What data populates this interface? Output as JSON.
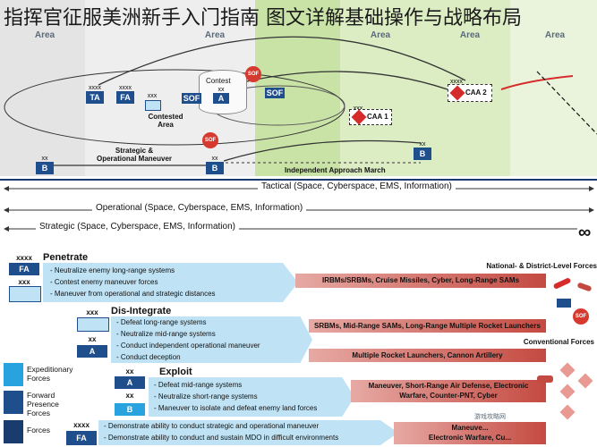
{
  "title": "指挥官征服美洲新手入门指南 图文详解基础操作与战略布局",
  "zones": [
    {
      "label": "Area",
      "color": "#e4e4e4"
    },
    {
      "label": "Area",
      "color": "#eeeeee"
    },
    {
      "label": "Area",
      "color": "#c9e3a6"
    },
    {
      "label": "Area",
      "color": "#dcedc4"
    },
    {
      "label": "Area",
      "color": "#eaf4dc"
    }
  ],
  "map": {
    "contested_area": "Contested\nArea",
    "contest_label": "Contest",
    "contest_echelon": "xx",
    "contest_unit": "A",
    "strategic_maneuver": "Strategic &\nOperational Maneuver",
    "independent_march": "Independent Approach March",
    "caa1": "CAA 1",
    "caa2": "CAA 2",
    "caa1_echelon": "xxx",
    "caa2_echelon": "xxxx",
    "sof": "SOF",
    "units": [
      {
        "echelon": "xxxx",
        "label": "TA"
      },
      {
        "echelon": "xxxx",
        "label": "FA"
      },
      {
        "echelon": "xxx",
        "label": ""
      },
      {
        "echelon": "xx",
        "label": "B"
      },
      {
        "echelon": "xx",
        "label": "B"
      },
      {
        "echelon": "xx",
        "label": "B"
      }
    ]
  },
  "ranges": {
    "tactical": "Tactical (Space, Cyberspace, EMS, Information)",
    "operational": "Operational (Space, Cyberspace, EMS, Information)",
    "strategic": "Strategic (Space, Cyberspace, EMS, Information)",
    "infinity": "∞"
  },
  "phases": [
    {
      "name": "Penetrate",
      "echelon": "xxxx",
      "unit": "FA",
      "echelon2": "xxx",
      "lines": [
        "- Neutralize enemy long-range systems",
        "- Contest enemy maneuver forces",
        "- Maneuver from operational and strategic distances"
      ],
      "threat": "IRBMs/SRBMs, Cruise Missiles, Cyber, Long-Range SAMs"
    },
    {
      "name": "Dis-Integrate",
      "echelon": "xxx",
      "unit": "A",
      "echelon2": "xx",
      "lines": [
        "- Defeat long-range systems",
        "- Neutralize mid-range systems",
        "- Conduct independent operational maneuver",
        "- Conduct deception"
      ],
      "threat": "SRBMs, Mid-Range SAMs, Long-Range Multiple Rocket Launchers",
      "threat2": "Multiple Rocket Launchers, Cannon Artillery"
    },
    {
      "name": "Exploit",
      "echelon": "xx",
      "unit": "A",
      "echelon2": "xx",
      "unit2": "B",
      "lines": [
        "- Defeat mid-range systems",
        "- Neutralize short-range systems",
        "- Maneuver to isolate and defeat enemy land forces"
      ],
      "threat": "Maneuver, Short-Range Air Defense, Electronic\nWarfare, Counter-PNT, Cyber"
    },
    {
      "name": "",
      "echelon": "xxxx",
      "unit": "FA",
      "lines": [
        "- Demonstrate ability to conduct strategic and operational maneuver",
        "- Demonstrate ability to conduct and sustain MDO in difficult environments"
      ],
      "threat": "Maneuve...\nElectronic Warfare, Cu..."
    }
  ],
  "force_labels": {
    "national": "National- & District-Level Forces",
    "conventional": "Conventional Forces",
    "sof": "SOF"
  },
  "legend": [
    {
      "label": "Expeditionary\nForces",
      "color": "#29a3df"
    },
    {
      "label": "Forward\nPresence\nForces",
      "color": "#1f4e8c"
    },
    {
      "label": "Forces",
      "color": "#1a3b6e"
    }
  ],
  "watermark": "游戏攻略网"
}
